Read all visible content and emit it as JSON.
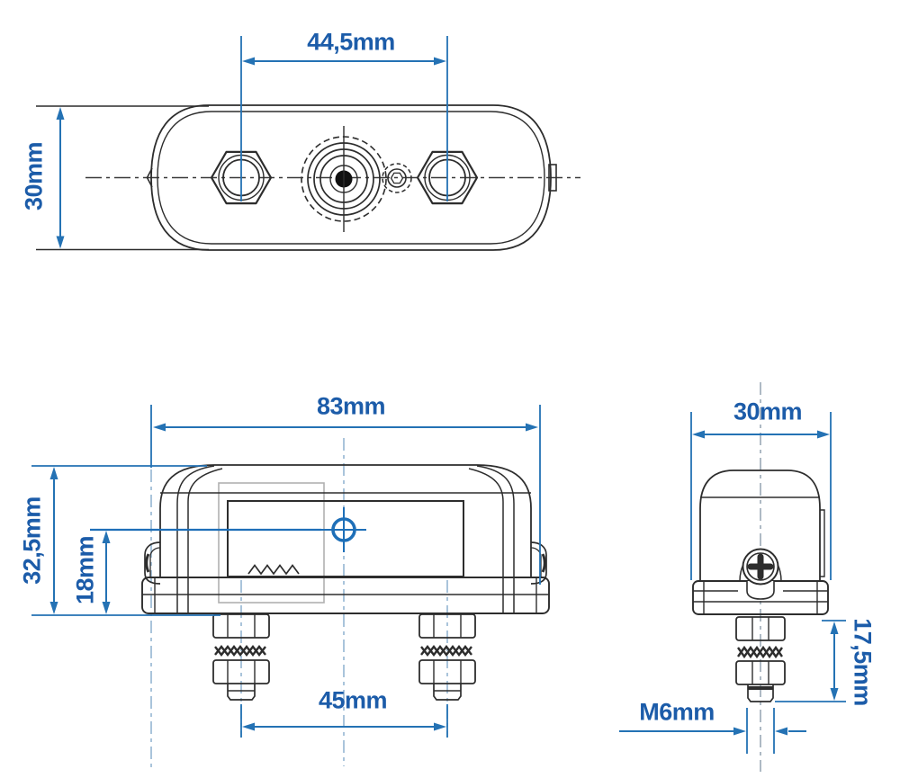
{
  "drawing": {
    "type": "technical-dimension-drawing",
    "subject": "license-plate-light with mounting bolts (three orthographic views)"
  },
  "colors": {
    "dimension_line_blue": "#2472b4",
    "dimension_text_blue": "#1c5ca9",
    "drawing_line_dark": "#2d2d2d",
    "centerline_light_blue": "#94b6d2",
    "centerline_gray": "#9aa8b6",
    "plate_outline_gray": "#b0b0b0",
    "background": "#ffffff"
  },
  "views": {
    "top_view": {
      "dim_width": "44,5mm",
      "dim_height": "30mm"
    },
    "front_view": {
      "dim_width": "83mm",
      "dim_height": "32,5mm",
      "dim_lens_height": "18mm",
      "dim_bolt_spacing": "45mm"
    },
    "side_view": {
      "dim_depth": "30mm",
      "dim_bolt_length": "17,5mm",
      "dim_thread": "M6mm"
    }
  }
}
